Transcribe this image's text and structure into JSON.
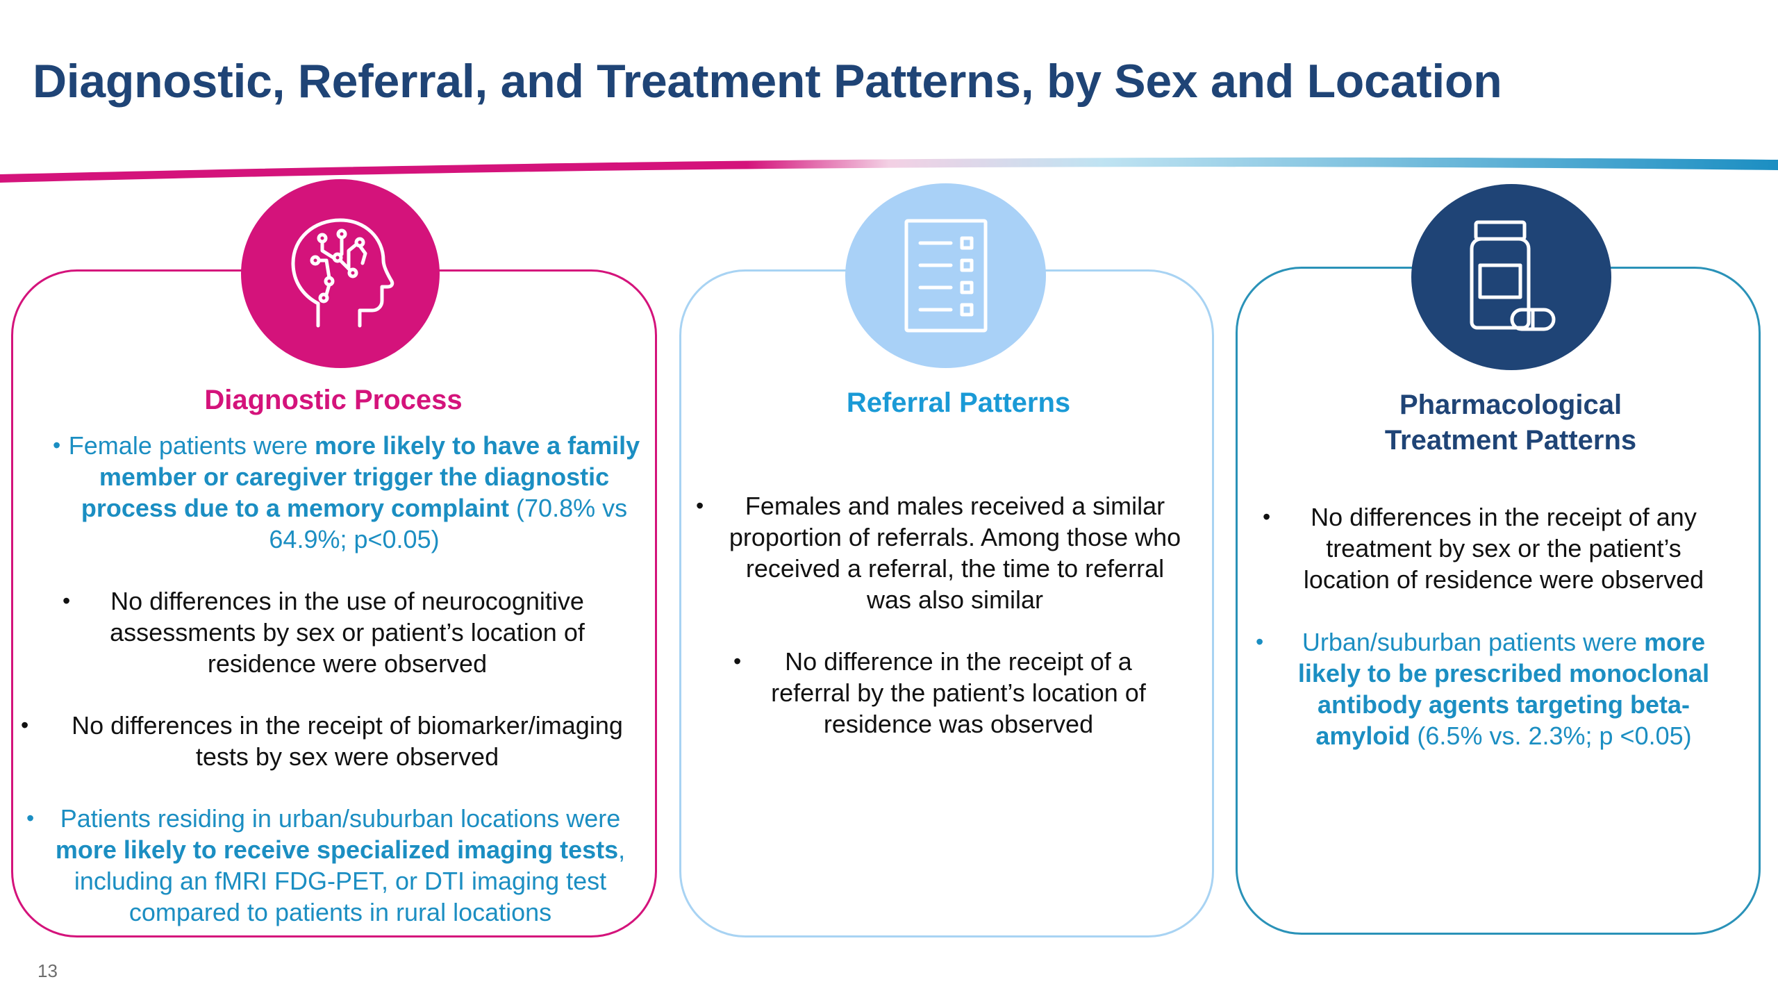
{
  "title": "Diagnostic, Referral, and Treatment Patterns, by Sex and Location",
  "colors": {
    "title": "#1f4476",
    "magenta": "#d4137b",
    "light_blue": "#a9d1f7",
    "teal": "#1b8ec2",
    "navy": "#1f4476"
  },
  "page_number": "13",
  "cards": {
    "diagnostic": {
      "icon": "head-circuit-icon",
      "heading": "Diagnostic Process",
      "b1": {
        "t1": "Female patients were ",
        "bold": "more likely to have a family member or caregiver trigger the diagnostic process due to a memory complaint",
        "t2": " (70.8% vs 64.9%; p<0.05)"
      },
      "b2": "No differences in the use of neurocognitive assessments by sex or patient’s location of residence were observed",
      "b3": "No differences in the receipt of biomarker/imaging tests by sex were observed",
      "b4": {
        "t1": "Patients residing in urban/suburban locations were ",
        "bold": "more likely to receive specialized imaging tests",
        "t2": ", including an fMRI FDG-PET, or DTI imaging test compared to patients in rural locations"
      }
    },
    "referral": {
      "icon": "checklist-icon",
      "heading": "Referral Patterns",
      "b1": "Females and males received a similar proportion of referrals. Among those who received a referral, the time to referral was also similar",
      "b2": "No difference in the receipt of a referral by the patient’s location of residence was observed"
    },
    "pharma": {
      "icon": "pill-bottle-icon",
      "heading_line1": "Pharmacological",
      "heading_line2": "Treatment Patterns",
      "b1": "No differences in the receipt of any treatment by sex or the patient’s location of residence were observed",
      "b2": {
        "t1": "Urban/suburban patients were ",
        "bold": "more likely to be prescribed monoclonal antibody agents targeting beta-amyloid",
        "t2": " (6.5% vs. 2.3%; p <0.05)"
      }
    }
  }
}
